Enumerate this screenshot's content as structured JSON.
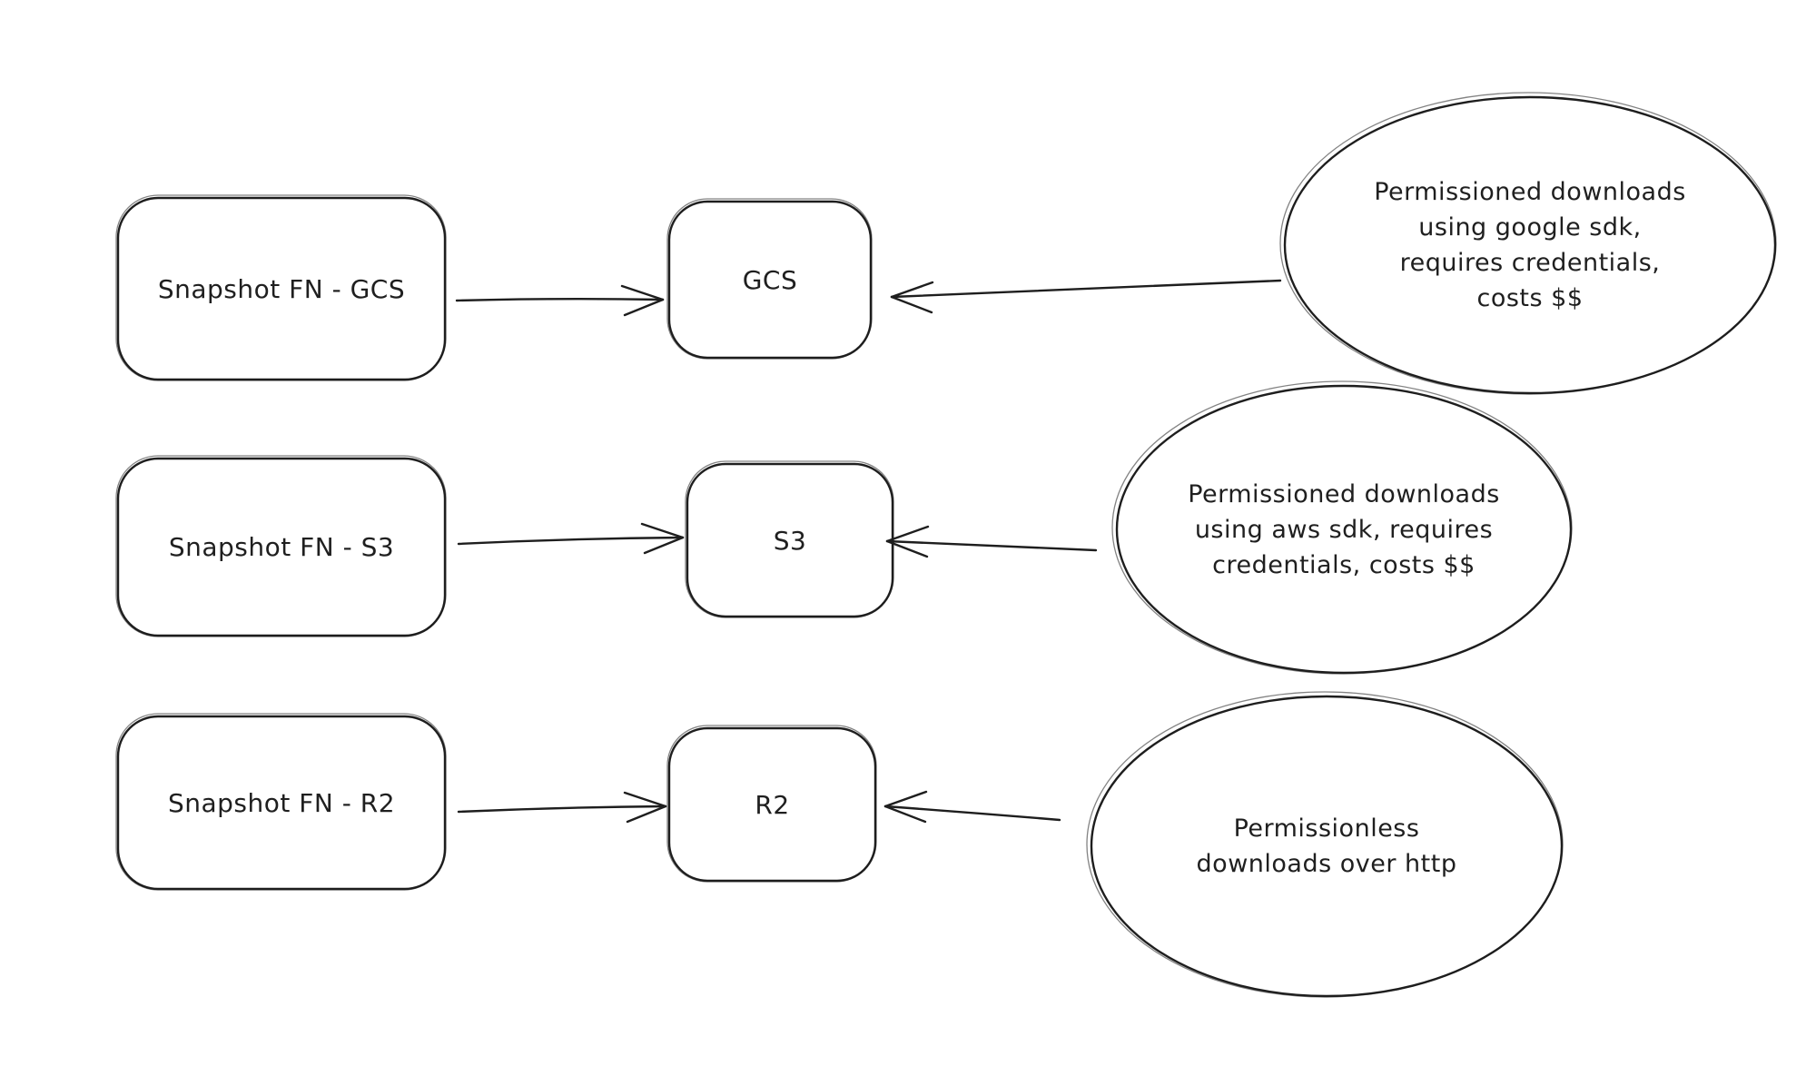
{
  "diagram": {
    "background_color": "#ffffff",
    "stroke_color": "#1e1e1e",
    "rows": [
      {
        "id": "gcs",
        "source_label": "Snapshot FN - GCS",
        "target_label": "GCS",
        "note_lines": [
          "Permissioned downloads",
          "using google sdk,",
          "requires credentials,",
          "costs $$"
        ]
      },
      {
        "id": "s3",
        "source_label": "Snapshot FN - S3",
        "target_label": "S3",
        "note_lines": [
          "Permissioned downloads",
          "using aws sdk, requires",
          "credentials, costs $$"
        ]
      },
      {
        "id": "r2",
        "source_label": "Snapshot FN - R2",
        "target_label": "R2",
        "note_lines": [
          "Permissionless",
          "downloads over http"
        ]
      }
    ]
  }
}
